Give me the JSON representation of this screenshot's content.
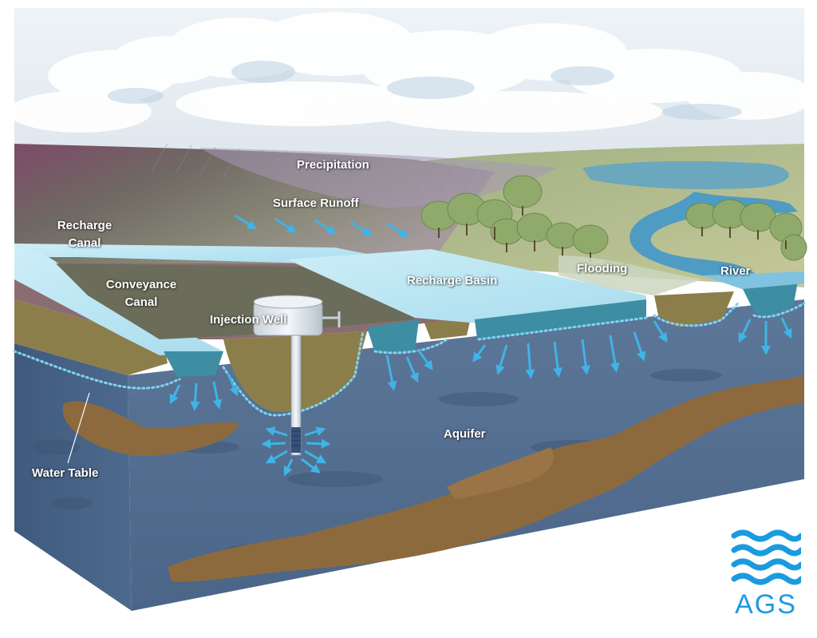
{
  "labels": {
    "precipitation": "Precipitation",
    "surface_runoff": "Surface Runoff",
    "recharge_canal_line1": "Recharge",
    "recharge_canal_line2": "Canal",
    "conveyance_canal_line1": "Conveyance",
    "conveyance_canal_line2": "Canal",
    "injection_well": "Injection Well",
    "recharge_basin": "Recharge Basin",
    "flooding": "Flooding",
    "river": "River",
    "aquifer": "Aquifer",
    "water_table": "Water Table"
  },
  "logo": {
    "text": "AGS",
    "icon": "waves-icon",
    "color": "#1a9be0"
  },
  "colors": {
    "sky": "#e9eef3",
    "surface_water": "#bfe8f4",
    "aquifer": "#5f7a9a",
    "clay": "#8d6a3d",
    "soil": "#8c7e4a",
    "arrows": "#3fb4e6",
    "vegetation": "#98b274"
  }
}
